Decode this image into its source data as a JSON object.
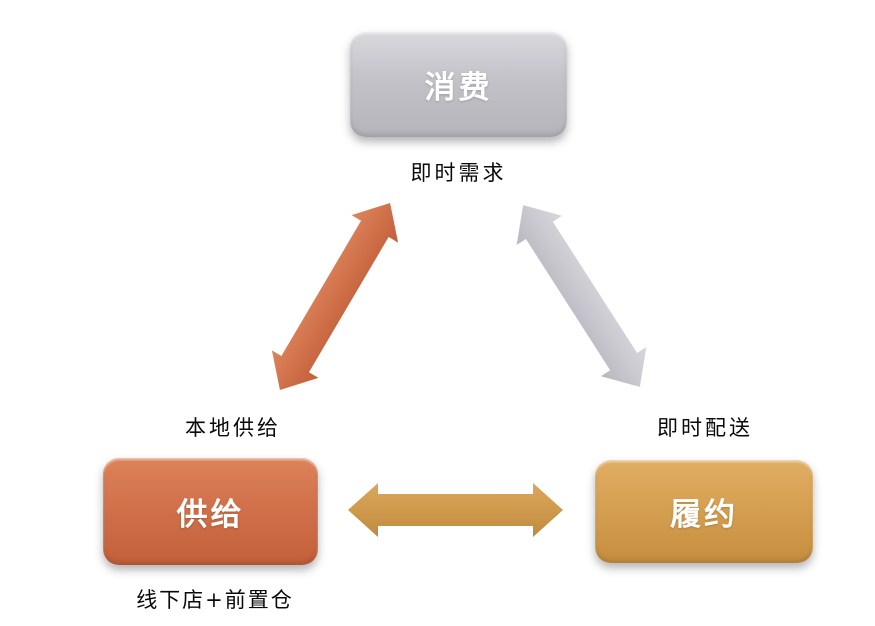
{
  "diagram": {
    "nodes": {
      "consumption": {
        "label": "消费"
      },
      "supply": {
        "label": "供给"
      },
      "fulfillment": {
        "label": "履约"
      }
    },
    "captions": {
      "instant_demand": "即时需求",
      "local_supply": "本地供给",
      "instant_delivery": "即时配送",
      "offline_stores": "线下店+前置仓"
    },
    "colors": {
      "consumption_box": "#C1C0C6",
      "supply_box": "#D1714B",
      "fulfillment_box": "#D6A052",
      "arrow_supply_consumption": "#D0714A",
      "arrow_consumption_fulfillment": "#C9C8CF",
      "arrow_supply_fulfillment": "#CF9A4D",
      "box_text": "#FFFFFF",
      "caption_text": "#0A0A0A",
      "background": "#FFFFFF"
    }
  }
}
